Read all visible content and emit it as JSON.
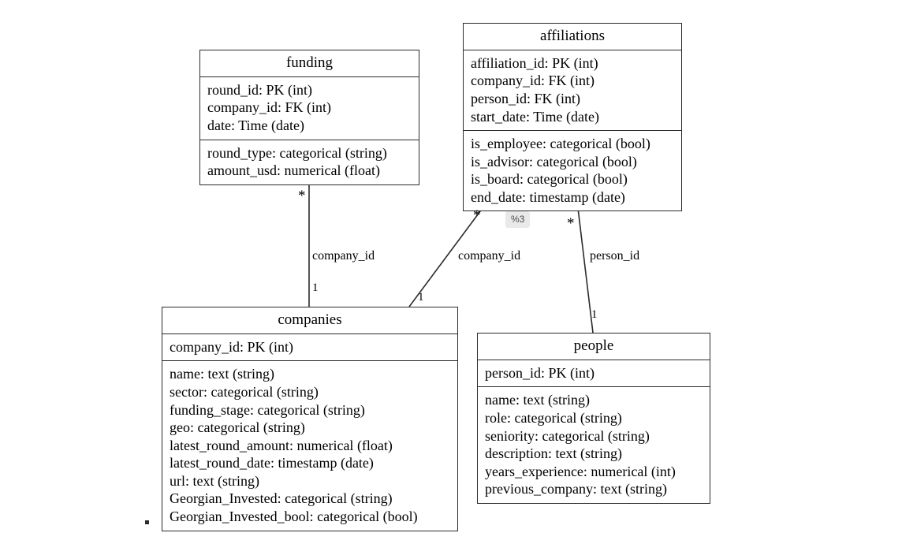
{
  "diagram": {
    "graph_name_badge": "%3",
    "entities": [
      {
        "id": "funding",
        "title": "funding",
        "keys": [
          "round_id: PK (int)",
          "company_id: FK (int)",
          "date: Time (date)"
        ],
        "attributes": [
          "round_type: categorical (string)",
          "amount_usd: numerical (float)"
        ]
      },
      {
        "id": "affiliations",
        "title": "affiliations",
        "keys": [
          "affiliation_id: PK (int)",
          "company_id: FK (int)",
          "person_id: FK (int)",
          "start_date: Time (date)"
        ],
        "attributes": [
          "is_employee: categorical (bool)",
          "is_advisor: categorical (bool)",
          "is_board: categorical (bool)",
          "end_date: timestamp (date)"
        ]
      },
      {
        "id": "companies",
        "title": "companies",
        "keys": [
          "company_id: PK (int)"
        ],
        "attributes": [
          "name: text (string)",
          "sector: categorical (string)",
          "funding_stage: categorical (string)",
          "geo: categorical (string)",
          "latest_round_amount: numerical (float)",
          "latest_round_date: timestamp (date)",
          "url: text (string)",
          "Georgian_Invested: categorical (string)",
          "Georgian_Invested_bool: categorical (bool)"
        ]
      },
      {
        "id": "people",
        "title": "people",
        "keys": [
          "person_id: PK (int)"
        ],
        "attributes": [
          "name: text (string)",
          "role: categorical (string)",
          "seniority: categorical (string)",
          "description: text (string)",
          "years_experience: numerical (int)",
          "previous_company: text (string)"
        ]
      }
    ],
    "relationships": [
      {
        "id": "funding-companies",
        "label": "company_id",
        "from_entity": "funding",
        "to_entity": "companies",
        "from_cardinality": "*",
        "to_cardinality": "1"
      },
      {
        "id": "affiliations-companies",
        "label": "company_id",
        "from_entity": "affiliations",
        "to_entity": "companies",
        "from_cardinality": "*",
        "to_cardinality": "1"
      },
      {
        "id": "affiliations-people",
        "label": "person_id",
        "from_entity": "affiliations",
        "to_entity": "people",
        "from_cardinality": "*",
        "to_cardinality": "1"
      }
    ],
    "colors": {
      "border": "#2b2b2b",
      "edge": "#2b2b2b",
      "background": "#ffffff",
      "badge_background": "#e9e9e9",
      "badge_text": "#4a4a4a"
    }
  }
}
